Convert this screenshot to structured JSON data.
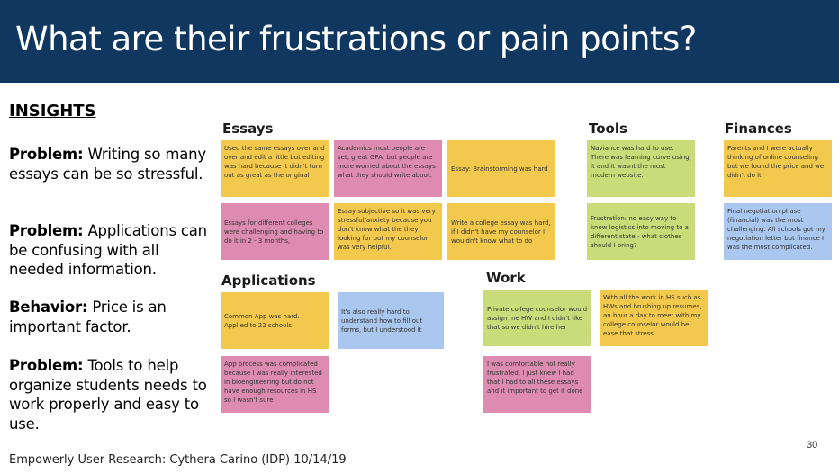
{
  "slide": {
    "title": "What are their frustrations or pain points?",
    "footer": "Empowerly User Research: Cythera Carino (IDP) 10/14/19",
    "page_number": "30"
  },
  "insights": {
    "heading": "INSIGHTS",
    "items": [
      {
        "label": "Problem:",
        "text": " Writing so many essays  can be so stressful."
      },
      {
        "label": "Problem:",
        "text": " Applications can be confusing with all needed information."
      },
      {
        "label": "Behavior:",
        "text": " Price is an important factor."
      },
      {
        "label": "Problem:",
        "text": " Tools  to help organize students needs to work properly and easy to use."
      }
    ]
  },
  "sections": {
    "essays": "Essays",
    "tools": "Tools",
    "finances": "Finances",
    "applications": "Applications",
    "work": "Work"
  },
  "notes": {
    "essays_1": "Used the same essays over and over and edit a little but editing was hard because it didn't turn out as great as the original",
    "essays_2": "Academics most people are set, great GPA, but people are more worried about the essays what they should write about.",
    "essays_3": "Essay: Brainstorming was hard",
    "essays_4": "Essays for different colleges were challenging and having to do it in 2 - 3 months,",
    "essays_5": "Essay subjective so it was very stressful/anxiety because you don't know what the they looking for but my counselor was very helpful.",
    "essays_6": "Write a college essay was hard, if I didn't have my counselor I wouldn't know what to do",
    "tools_1": "Naviance was hard to use. There was learning curve using it and it wasnt the most modern website.",
    "tools_2": "Frustration: no easy way to know logistics into moving to a different state - what clothes should I bring?",
    "finances_1": "Parents and I were actually thinking of online counseling but we found the price and we didn't do it",
    "finances_2": "Final negotiation phase (financial) was the most challenging. All schools got my negotiation letter but finance I was the most complicated.",
    "applications_1": "Common App was hard. Applied to 22 schools",
    "applications_2": "It's also really hard to understand how to fill out forms, but I understood it",
    "applications_3": "App process was complicated because I was really interested in bioengineering but do not have enough resources in HS so I  wasn't sure",
    "work_1": "Private college counselor would assign me HW and I didn't like that so we didn't hire her",
    "work_2": "With all the work in HS such as HWs and brushing up resumes, an hour a day to meet with my college counselor would be ease that stress.",
    "work_3": "I was comfortable not really frustrated, I just knew I had that I had to all these essays and it important to get it done"
  },
  "colors": {
    "header_bg": "#0f3760",
    "yellow": "#f2c94c",
    "pink": "#dd8bb0",
    "green": "#c9dc79",
    "blue": "#a9c7ef"
  }
}
